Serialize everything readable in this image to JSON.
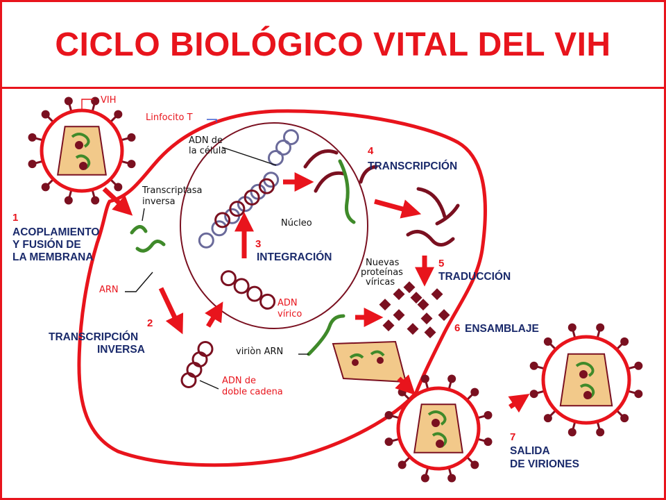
{
  "title": "CICLO BIOLÓGICO VITAL DEL VIH",
  "colors": {
    "accent": "#e8141c",
    "stage_text": "#1a2a6b",
    "rna_green": "#3f8a2a",
    "dna_maroon": "#7a1020",
    "host_dna_blue": "#6a6a9a",
    "capsid_fill": "#f2c98a"
  },
  "labels": {
    "vih": "VIH",
    "linfocito": "Linfocito T",
    "adn_celula": [
      "ADN de",
      "la célula"
    ],
    "transcriptasa": [
      "Transcriptasa",
      "inversa"
    ],
    "nucleo": "Núcleo",
    "arn": "ARN",
    "adn_virico": [
      "ADN",
      "vírico"
    ],
    "nuevas_proteinas": [
      "Nuevas",
      "proteínas",
      "víricas"
    ],
    "virion_arn": "viriòn ARN",
    "adn_doble": [
      "ADN de",
      "doble cadena"
    ]
  },
  "stages": [
    {
      "num": "1",
      "lines": [
        "ACOPLAMIENTO",
        "Y FUSIÓN DE",
        "LA MEMBRANA"
      ]
    },
    {
      "num": "2",
      "lines": [
        "TRANSCRIPCIÓN",
        "INVERSA"
      ]
    },
    {
      "num": "3",
      "lines": [
        "INTEGRACIÓN"
      ]
    },
    {
      "num": "4",
      "lines": [
        "TRANSCRIPCIÓN"
      ]
    },
    {
      "num": "5",
      "lines": [
        "TRADUCCIÓN"
      ]
    },
    {
      "num": "6",
      "lines": [
        "ENSAMBLAJE"
      ]
    },
    {
      "num": "7",
      "lines": [
        "SALIDA",
        "DE VIRIONES"
      ]
    }
  ]
}
